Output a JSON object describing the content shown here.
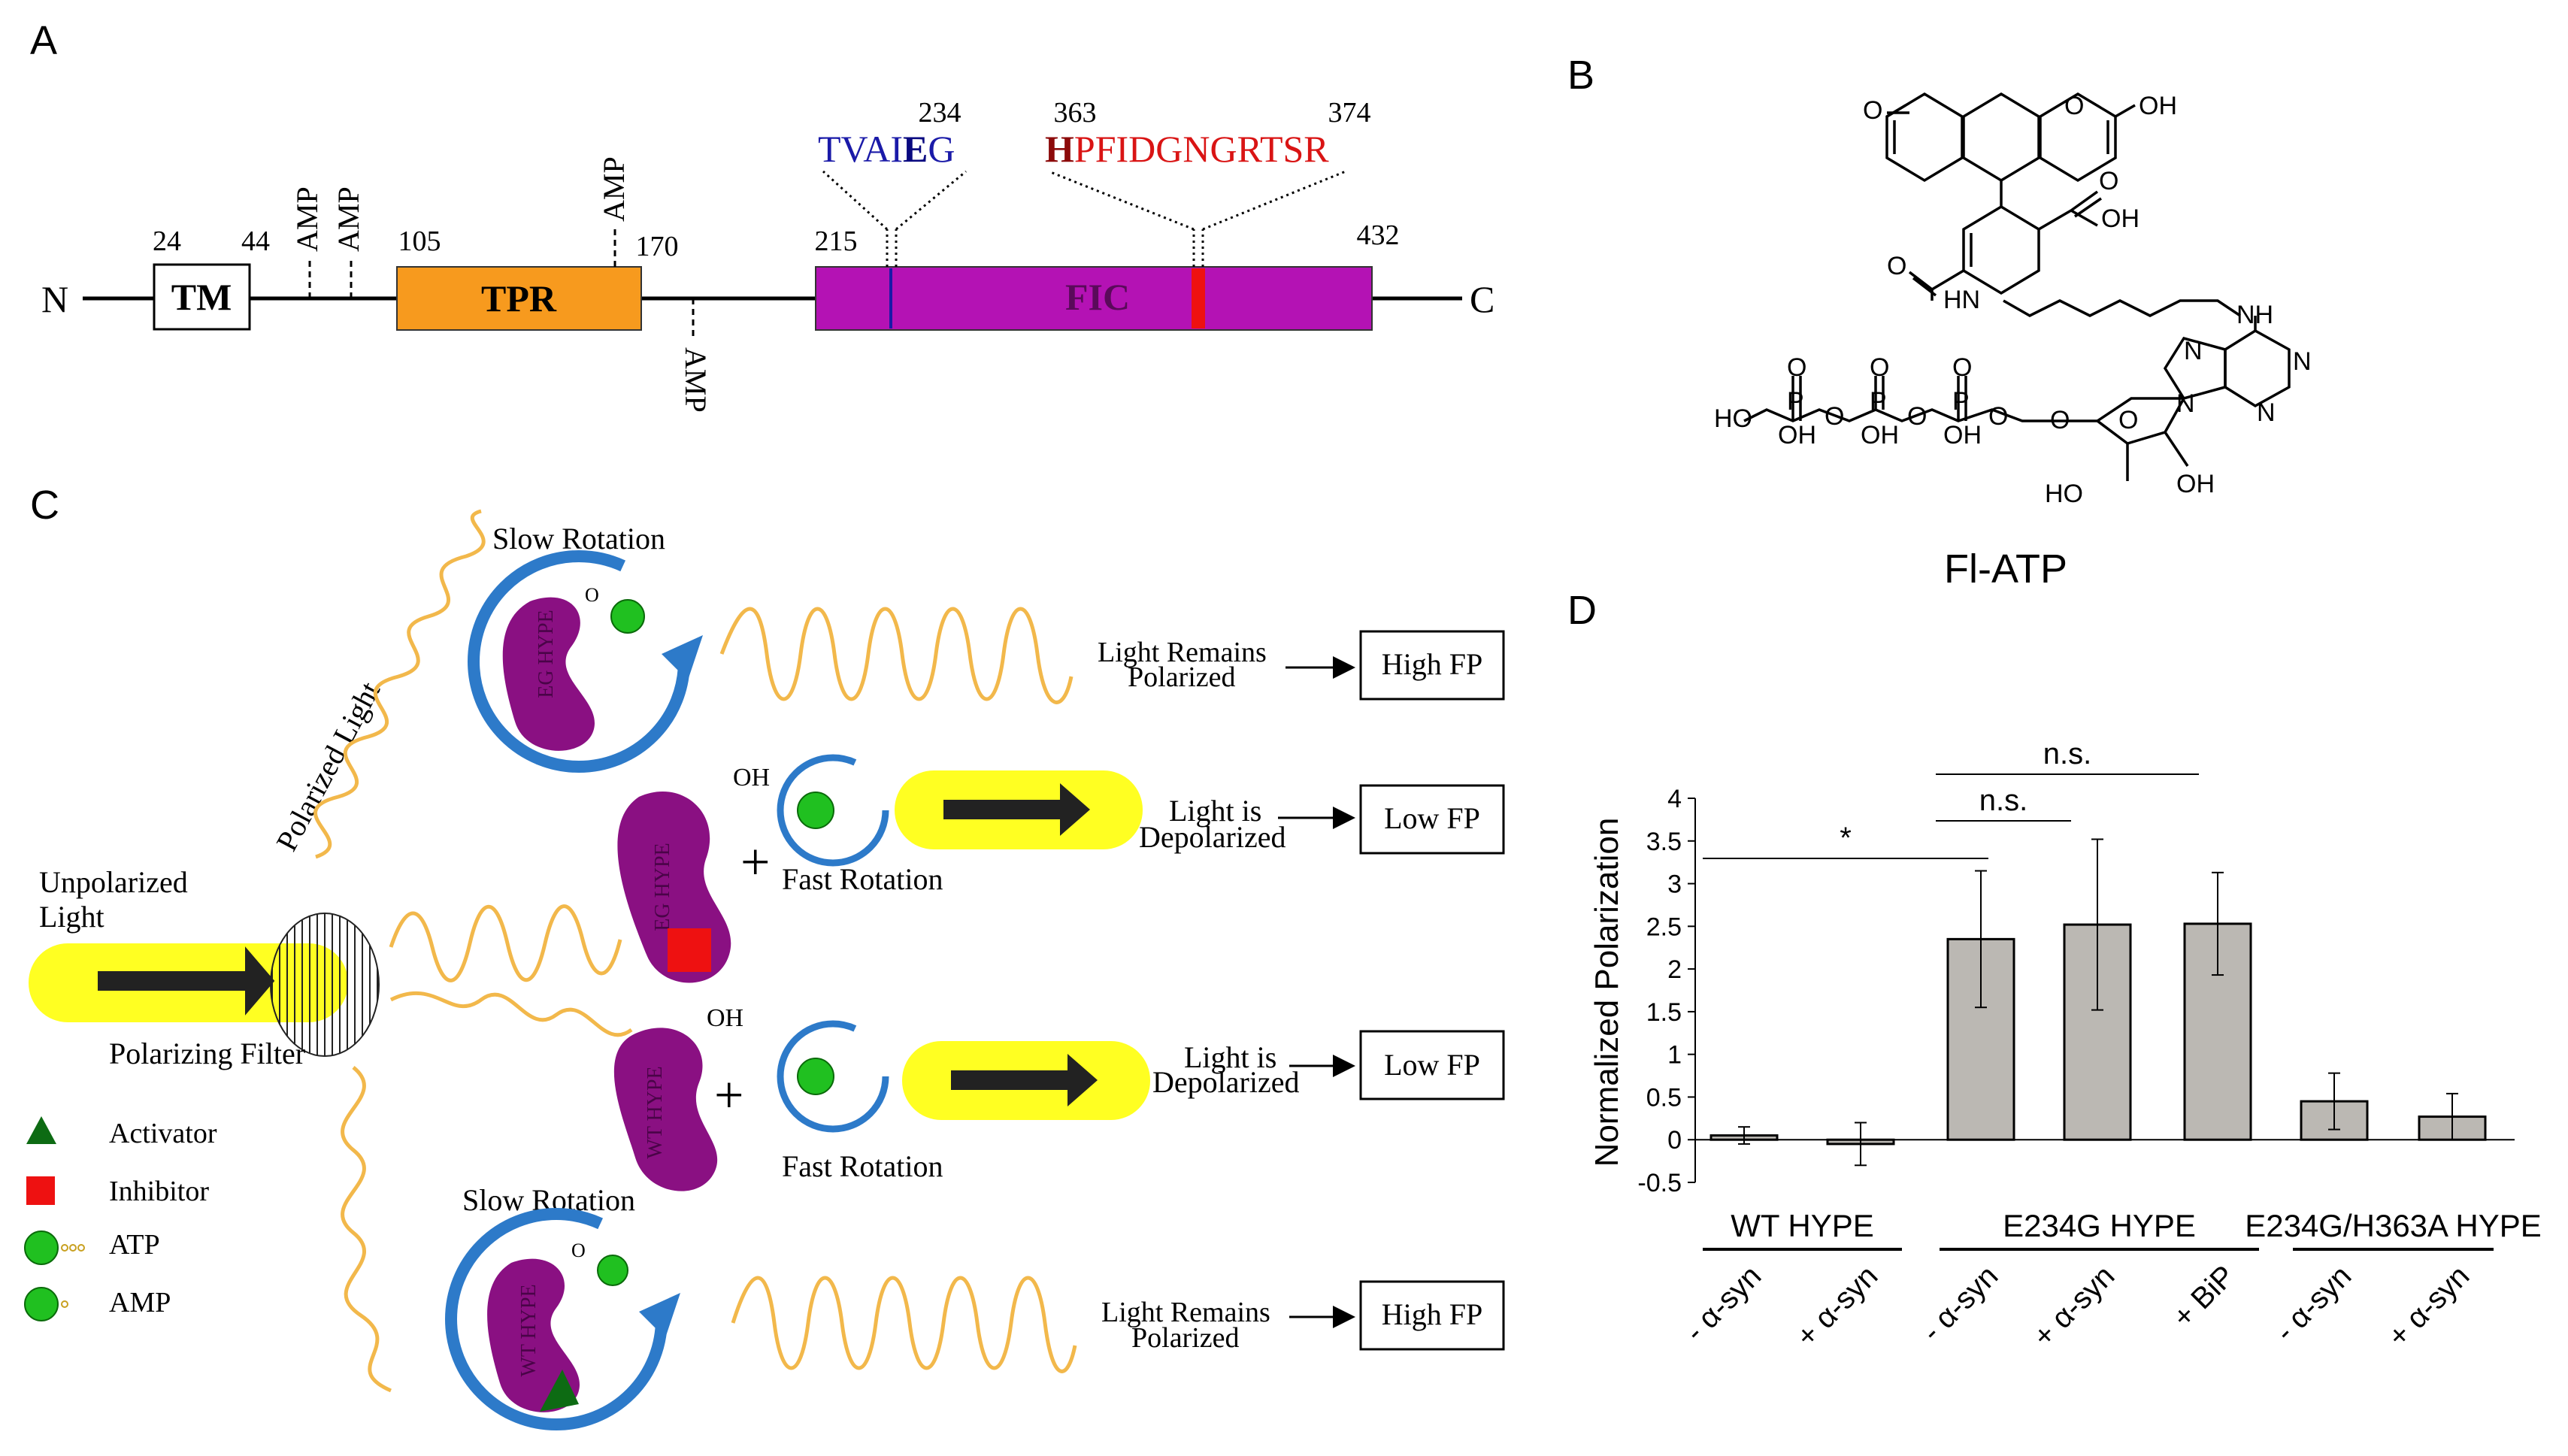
{
  "panels": {
    "a": "A",
    "b": "B",
    "c": "C",
    "d": "D"
  },
  "panel_a": {
    "n_term": "N",
    "c_term": "C",
    "tm": "TM",
    "tpr": "TPR",
    "fic": "FIC",
    "amp": "AMP",
    "pos_24": "24",
    "pos_44": "44",
    "pos_105": "105",
    "pos_170": "170",
    "pos_215": "215",
    "pos_432": "432",
    "pos_234": "234",
    "pos_363": "363",
    "pos_374": "374",
    "motif1_pre": "TVAI",
    "motif1_hl": "E",
    "motif1_post": "G",
    "motif2_hl": "H",
    "motif2_post": "PFIDGNGRTSR",
    "colors": {
      "tpr": "#f79a1e",
      "fic": "#b412b4",
      "blue_text": "#1a1aa8",
      "red_text": "#d91414",
      "dark_red": "#8c0a0a"
    }
  },
  "panel_b": {
    "caption": "Fl-ATP",
    "atoms": {
      "o": "O",
      "oh": "OH",
      "hn": "HN",
      "nh": "NH",
      "n": "N",
      "ho": "HO",
      "p": "P"
    }
  },
  "panel_c": {
    "slow_rotation": "Slow Rotation",
    "fast_rotation": "Fast Rotation",
    "polarized_light": "Polarized Light",
    "unpolarized": "Unpolarized",
    "light": "Light",
    "polarizing_filter": "Polarizing Filter",
    "remains_1": "Light Remains",
    "remains_2": "Polarized",
    "depol_1": "Light is",
    "depol_2": "Depolarized",
    "high_fp": "High FP",
    "low_fp": "Low FP",
    "eg_hype": "EG HYPE",
    "wt_hype": "WT HYPE",
    "oh": "OH",
    "o": "O",
    "plus": "+",
    "legend": {
      "activator": "Activator",
      "inhibitor": "Inhibitor",
      "atp": "ATP",
      "amp": "AMP"
    },
    "colors": {
      "protein": "#8a1082",
      "beam": "#ffff22",
      "wave": "#f2b84b",
      "ring": "#2d7ac9",
      "ligand": "#20c020",
      "inhibitor": "#ee1111",
      "activator": "#0d6b13"
    }
  },
  "chart_data": {
    "type": "bar",
    "ylabel": "Normalized Polarization",
    "ylim": [
      -0.5,
      4
    ],
    "yticks": [
      "4",
      "3.5",
      "3",
      "2.5",
      "2",
      "1.5",
      "1",
      "0.5",
      "0",
      "-0.5"
    ],
    "categories": [
      "- α-syn",
      "+ α-syn",
      "- α-syn",
      "+ α-syn",
      "+ BiP",
      "- α-syn",
      "+ α-syn"
    ],
    "values": [
      0.05,
      -0.05,
      2.35,
      2.52,
      2.53,
      0.45,
      0.27
    ],
    "errors": [
      0.1,
      0.25,
      0.8,
      1.0,
      0.6,
      0.33,
      0.27
    ],
    "groups": [
      {
        "label": "WT HYPE",
        "first": 0,
        "last": 1
      },
      {
        "label": "E234G HYPE",
        "first": 2,
        "last": 4
      },
      {
        "label": "E234G/H363A HYPE",
        "first": 5,
        "last": 6
      }
    ],
    "significance": [
      {
        "label": "*",
        "from": 0,
        "to": 2
      },
      {
        "label": "n.s.",
        "from": 2,
        "to": 3
      },
      {
        "label": "n.s.",
        "from": 2,
        "to": 4
      }
    ],
    "bar_color": "#bbb8b3"
  }
}
